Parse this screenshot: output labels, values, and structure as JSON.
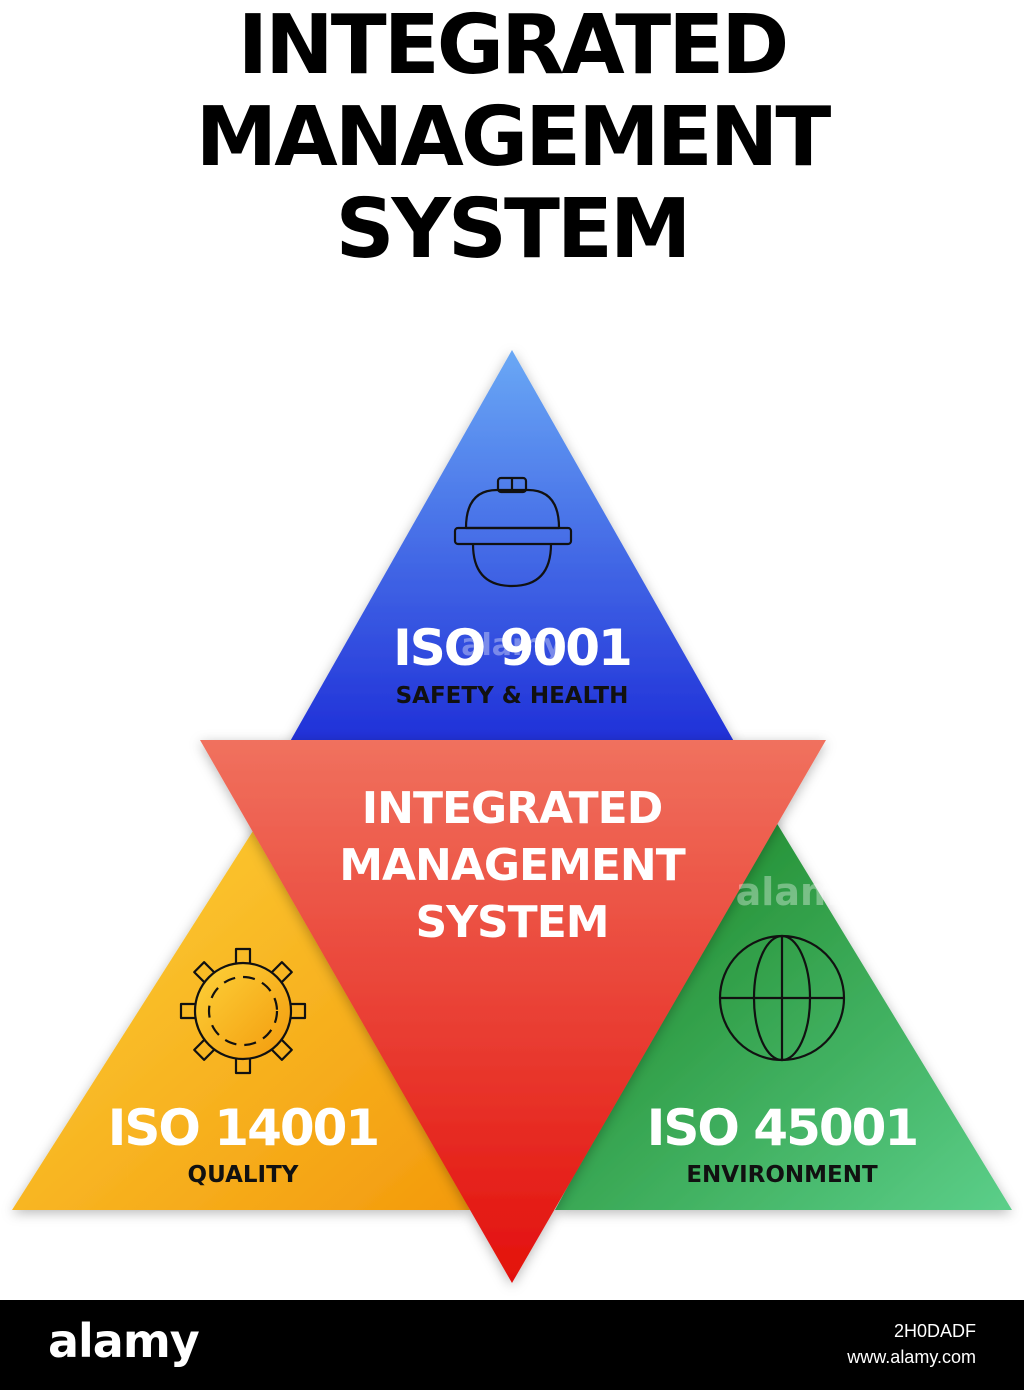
{
  "title": {
    "line1": "INTEGRATED",
    "line2": "MANAGEMENT",
    "line3": "SYSTEM"
  },
  "center": {
    "line1": "INTEGRATED",
    "line2": "MANAGEMENT",
    "line3": "SYSTEM",
    "color": "#e8291c"
  },
  "top_triangle": {
    "code": "ISO 9001",
    "label": "SAFETY & HEALTH",
    "icon": "hard-hat-icon",
    "color": "#2340d8"
  },
  "left_triangle": {
    "code": "ISO 14001",
    "label": "QUALITY",
    "icon": "gear-icon",
    "color": "#f5a20d"
  },
  "right_triangle": {
    "code": "ISO 45001",
    "label": "ENVIRONMENT",
    "icon": "globe-icon",
    "color": "#1f9a3a"
  },
  "watermark": "alamy",
  "footer": {
    "logo": "alamy",
    "image_id": "2H0DADF",
    "url": "www.alamy.com"
  }
}
